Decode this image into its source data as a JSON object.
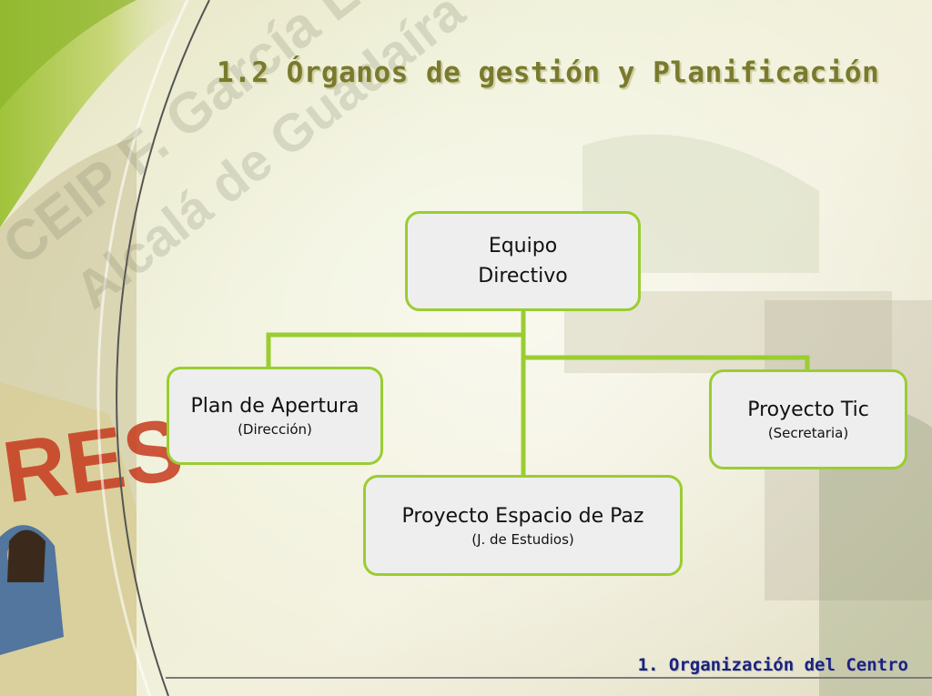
{
  "slide": {
    "title": "1.2 Órganos de gestión y Planificación",
    "footer": "1. Organización del Centro"
  },
  "watermark_texts": [
    "CEIP F. García Lorca",
    "Alcalá de Guadaíra"
  ],
  "org_chart": {
    "root": {
      "name_line1": "Equipo",
      "name_line2": "Directivo"
    },
    "children": [
      {
        "name": "Plan de Apertura",
        "role": "(Dirección)"
      },
      {
        "name": "Proyecto Espacio de Paz",
        "role": "(J. de Estudios)"
      },
      {
        "name": "Proyecto Tic",
        "role": "(Secretaria)"
      }
    ]
  },
  "colors": {
    "connector": "#9acd32",
    "box_border": "#9acd32",
    "box_fill": "#eeeeee",
    "title": "#7a7a2e",
    "footer": "#1a237e"
  }
}
